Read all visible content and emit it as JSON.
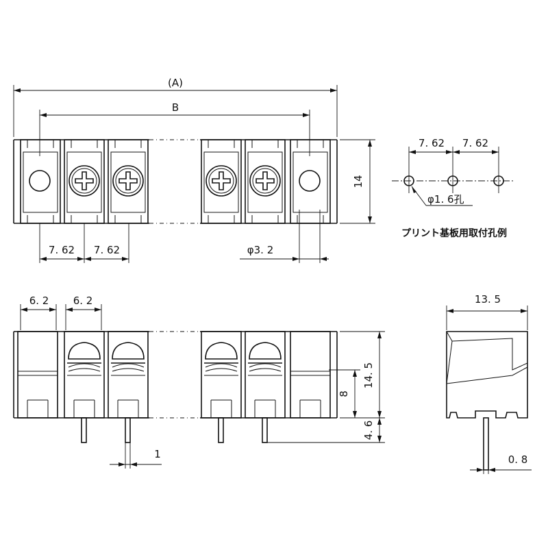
{
  "top_view": {
    "dim_total": "(A)",
    "dim_span": "B",
    "dim_height": "14",
    "dim_pitch_1": "7. 62",
    "dim_pitch_2": "7. 62",
    "dim_mount_hole": "φ3. 2"
  },
  "pcb_pattern": {
    "dim_pitch_1": "7. 62",
    "dim_pitch_2": "7. 62",
    "dim_hole": "φ1. 6孔",
    "caption": "プリント基板用取付孔例"
  },
  "front_view": {
    "dim_width_1": "6. 2",
    "dim_width_2": "6. 2",
    "dim_height_total": "14. 5",
    "dim_height_terminal": "8",
    "dim_pin_length": "4. 6",
    "dim_pin_pitch": "1"
  },
  "side_view": {
    "dim_depth": "13. 5",
    "dim_pin_width": "0. 8"
  }
}
